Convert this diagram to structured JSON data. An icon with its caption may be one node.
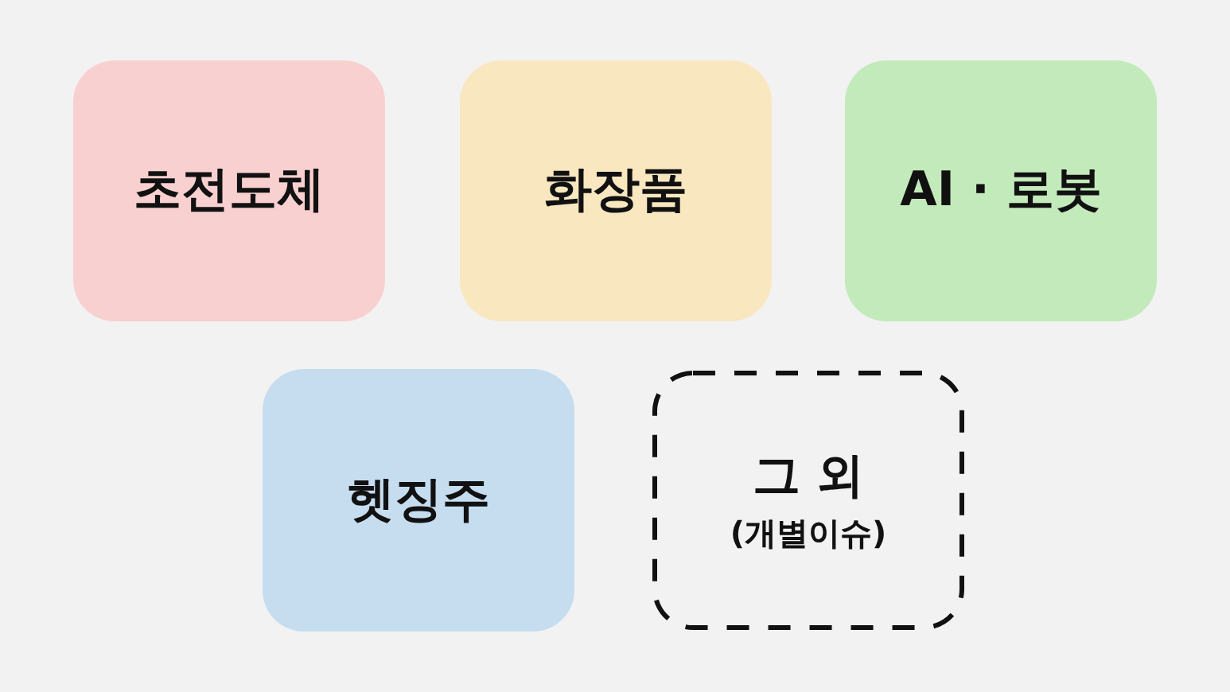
{
  "diagram": {
    "nodes": [
      {
        "text": [
          "초전도체"
        ]
      },
      {
        "text": [
          "화장품"
        ]
      },
      {
        "text": [
          "AI · 로봇"
        ]
      },
      {
        "text": [
          "헷징주"
        ]
      },
      {
        "text": [
          "그 외",
          "(개별이슈)"
        ]
      }
    ],
    "edges": []
  }
}
